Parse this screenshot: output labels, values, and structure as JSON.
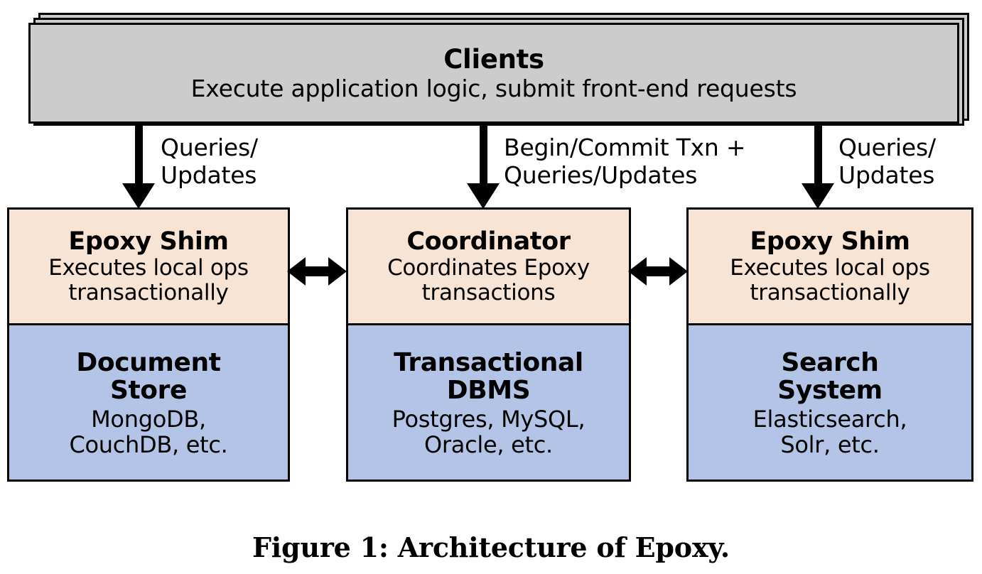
{
  "figure": {
    "caption": "Figure 1: Architecture of Epoxy."
  },
  "colors": {
    "clients_fill": "#cccccc",
    "shim_fill": "#f8e4d5",
    "store_fill": "#b4c4e6",
    "stroke": "#000000",
    "background": "#ffffff"
  },
  "clients": {
    "title": "Clients",
    "description": "Execute application logic, submit front-end requests",
    "stack_count": 3
  },
  "arrows": {
    "down": [
      {
        "id": "left",
        "label": "Queries/\nUpdates",
        "direction": "down"
      },
      {
        "id": "center",
        "label": "Begin/Commit Txn +\nQueries/Updates",
        "direction": "down"
      },
      {
        "id": "right",
        "label": "Queries/\nUpdates",
        "direction": "down"
      }
    ],
    "bidirectional": [
      {
        "id": "left",
        "direction": "both"
      },
      {
        "id": "right",
        "direction": "both"
      }
    ]
  },
  "columns": [
    {
      "id": "left",
      "shim": {
        "title": "Epoxy Shim",
        "description": "Executes local ops\ntransactionally"
      },
      "store": {
        "title": "Document\nStore",
        "examples": "MongoDB,\nCouchDB, etc."
      }
    },
    {
      "id": "center",
      "shim": {
        "title": "Coordinator",
        "description": "Coordinates Epoxy\ntransactions"
      },
      "store": {
        "title": "Transactional\nDBMS",
        "examples": "Postgres, MySQL,\nOracle, etc."
      }
    },
    {
      "id": "right",
      "shim": {
        "title": "Epoxy Shim",
        "description": "Executes local ops\ntransactionally"
      },
      "store": {
        "title": "Search\nSystem",
        "examples": "Elasticsearch,\nSolr, etc."
      }
    }
  ]
}
